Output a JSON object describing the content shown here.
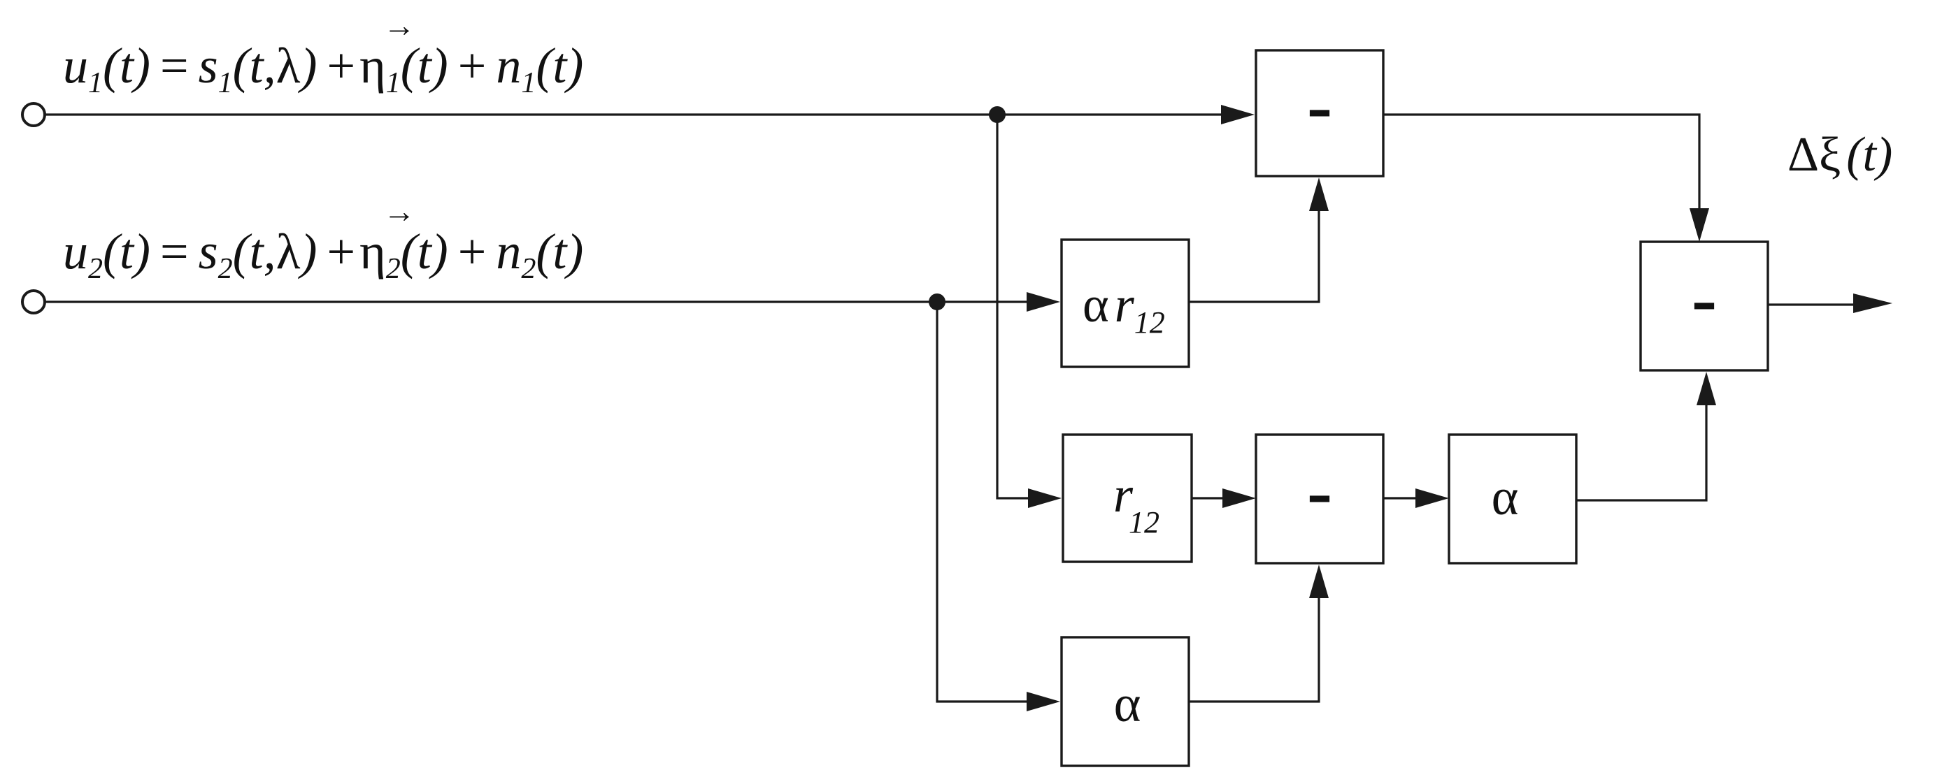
{
  "inputs": {
    "u1": {
      "var": "u",
      "sub": "1",
      "arg": "(t)",
      "eq": "=",
      "s": "s",
      "s_sub": "1",
      "s_arg_open": "(t,",
      "lambda": "λ",
      "vec": "→",
      "s_arg_close": ")",
      "plus1": "+",
      "eta": "η",
      "eta_sub": "1",
      "eta_arg": "(t)",
      "plus2": "+",
      "n": "n",
      "n_sub": "1",
      "n_arg": "(t)"
    },
    "u2": {
      "var": "u",
      "sub": "2",
      "arg": "(t)",
      "eq": "=",
      "s": "s",
      "s_sub": "2",
      "s_arg_open": "(t,",
      "lambda": "λ",
      "vec": "→",
      "s_arg_close": ")",
      "plus1": "+",
      "eta": "η",
      "eta_sub": "2",
      "eta_arg": "(t)",
      "plus2": "+",
      "n": "n",
      "n_sub": "2",
      "n_arg": "(t)"
    }
  },
  "blocks": {
    "sub_top": {
      "sign": "–"
    },
    "alpha_r12": {
      "alpha": "α",
      "r": "r",
      "r_sub": "12"
    },
    "r12": {
      "r": "r",
      "r_sub": "12"
    },
    "sub_mid": {
      "sign": "–"
    },
    "alpha_mid": {
      "alpha": "α"
    },
    "alpha_bottom": {
      "alpha": "α"
    },
    "sub_out": {
      "sign": "–"
    }
  },
  "output": {
    "delta": "Δ",
    "xi": "ξ",
    "arg": "(t)"
  }
}
